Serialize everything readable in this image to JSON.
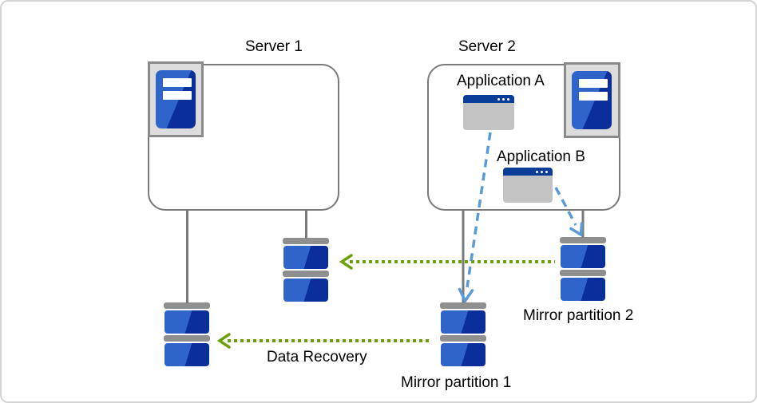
{
  "labels": {
    "server1": "Server 1",
    "server2": "Server 2",
    "app_a": "Application A",
    "app_b": "Application B",
    "mirror_partition_1": "Mirror partition 1",
    "mirror_partition_2": "Mirror partition 2",
    "data_recovery": "Data Recovery"
  },
  "icons": {
    "server1_icon": "server-tower-icon",
    "server2_icon": "server-tower-icon",
    "app_a_icon": "application-window-icon",
    "app_b_icon": "application-window-icon",
    "disks": [
      "disk-stack-icon",
      "disk-stack-icon",
      "disk-stack-icon",
      "disk-stack-icon"
    ],
    "arrows": [
      "mirror-sync-dotted-arrow",
      "data-recovery-dotted-arrow",
      "app-a-write-dashed-arrow",
      "app-b-write-dashed-arrow"
    ]
  },
  "colors": {
    "box_border": "#7a7a7a",
    "connector": "#7a7a7a",
    "disk_cap": "#8f8f8f",
    "disk_blue_light": "#2f64c8",
    "disk_blue_dark": "#0a2f9a",
    "titlebar_blue": "#0a3d98",
    "window_body": "#c3c3c3",
    "icon_frame_fill": "#dcdcdc",
    "icon_frame_border": "#8a8a8a",
    "sync_green": "#6ea00a",
    "write_arrow_blue": "#5b9bd5",
    "outer_border": "#d4d4d4",
    "text_color": "#000000"
  }
}
